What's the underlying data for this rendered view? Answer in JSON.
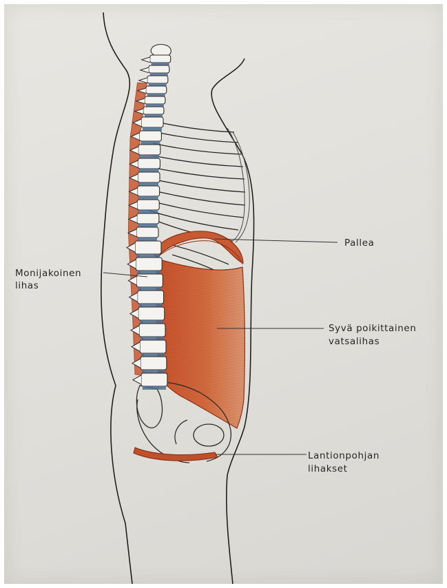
{
  "diagram": {
    "labels": {
      "pallea": [
        "Pallea"
      ],
      "multifidus": [
        "Monijakoinen",
        "lihas"
      ],
      "transversus": [
        "Syvä poikittainen",
        "vatsalihas"
      ],
      "pelvic_floor": [
        "Lantionpohjan",
        "lihakset"
      ]
    },
    "colors": {
      "paper": "#e4e2dd",
      "ink": "#1f1f1f",
      "muscle": "#c85a33",
      "spine_blue": "#4f6f8f"
    }
  }
}
